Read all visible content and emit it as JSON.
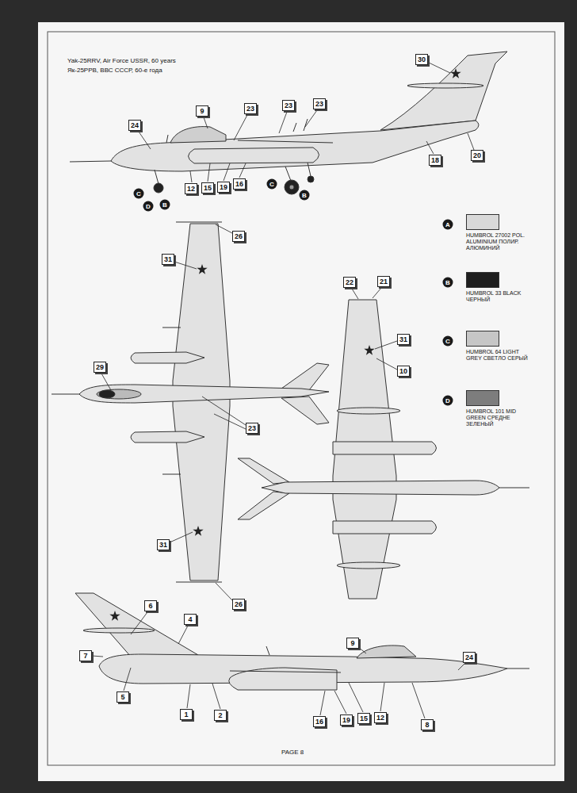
{
  "diagram": {
    "title": "Yak-25RRV, Air Force USSR, 60 years",
    "labels": [
      "Як-25РРВ, ВВС СССР, 60-е года",
      "24",
      "9",
      "23",
      "23",
      "23",
      "30",
      "18",
      "20",
      "12",
      "15",
      "19",
      "16",
      "C",
      "D",
      "B",
      "C",
      "B",
      "26",
      "31",
      "29",
      "23",
      "31",
      "26",
      "22",
      "21",
      "31",
      "10",
      "A",
      "B",
      "C",
      "D",
      "6",
      "4",
      "7",
      "5",
      "1",
      "2",
      "9",
      "24",
      "16",
      "19",
      "15",
      "12",
      "8",
      "PAGE 8"
    ],
    "legend": [
      {
        "text": "HUMBROL 27002 POL. ALUMINIUM ПОЛИР. АЛЮМИНИЙ",
        "color": "#d9d9d9"
      },
      {
        "text": "HUMBROL 33 BLACK ЧЕРНЫЙ",
        "color": "#1e1e1e"
      },
      {
        "text": "HUMBROL 64 LIGHT GREY СВЕТЛО СЕРЫЙ",
        "color": "#c6c6c6"
      },
      {
        "text": "HUMBROL 101 MID GREEN СРЕДНЕ ЗЕЛЕНЫЙ",
        "color": "#7d7d7d"
      }
    ]
  }
}
